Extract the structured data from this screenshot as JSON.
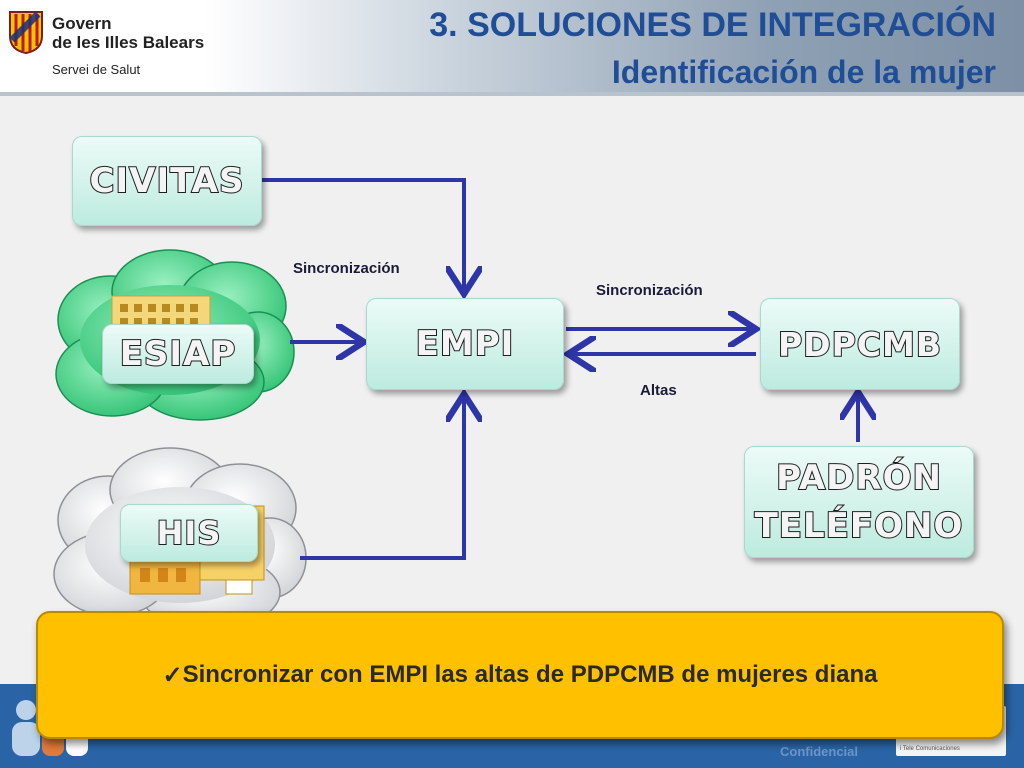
{
  "header": {
    "org_name_line1": "Govern",
    "org_name_line2": "de les Illes Balears",
    "org_sub": "Servei de Salut",
    "title_line1": "3. SOLUCIONES DE INTEGRACIÓN",
    "title_line2": "Identificación de la mujer"
  },
  "nodes": {
    "civitas": "CIVITAS",
    "esiap": "ESIAP",
    "his": "HIS",
    "empi": "EMPI",
    "pdpcmb": "PDPCMB",
    "padron_line1": "PADRÓN",
    "padron_line2": "TELÉFONO"
  },
  "edges": {
    "sync_civitas_empi": "Sincronización",
    "sync_empi_pdpcmb": "Sincronización",
    "altas": "Altas"
  },
  "callout": {
    "check": "✓",
    "text": "Sincronizar con EMPI las altas de PDPCMB de mujeres diana"
  },
  "footer": {
    "confidential": "Confidencial",
    "logo_small_text": "i Tele Comunicaciones"
  },
  "colors": {
    "title_blue": "#1f4e96",
    "arrow_blue": "#2e35a6",
    "node_green": "#bdebdf",
    "cloud_green": "#5fd39a",
    "callout_yellow": "#ffc000",
    "footer_blue": "#2a64a6"
  }
}
